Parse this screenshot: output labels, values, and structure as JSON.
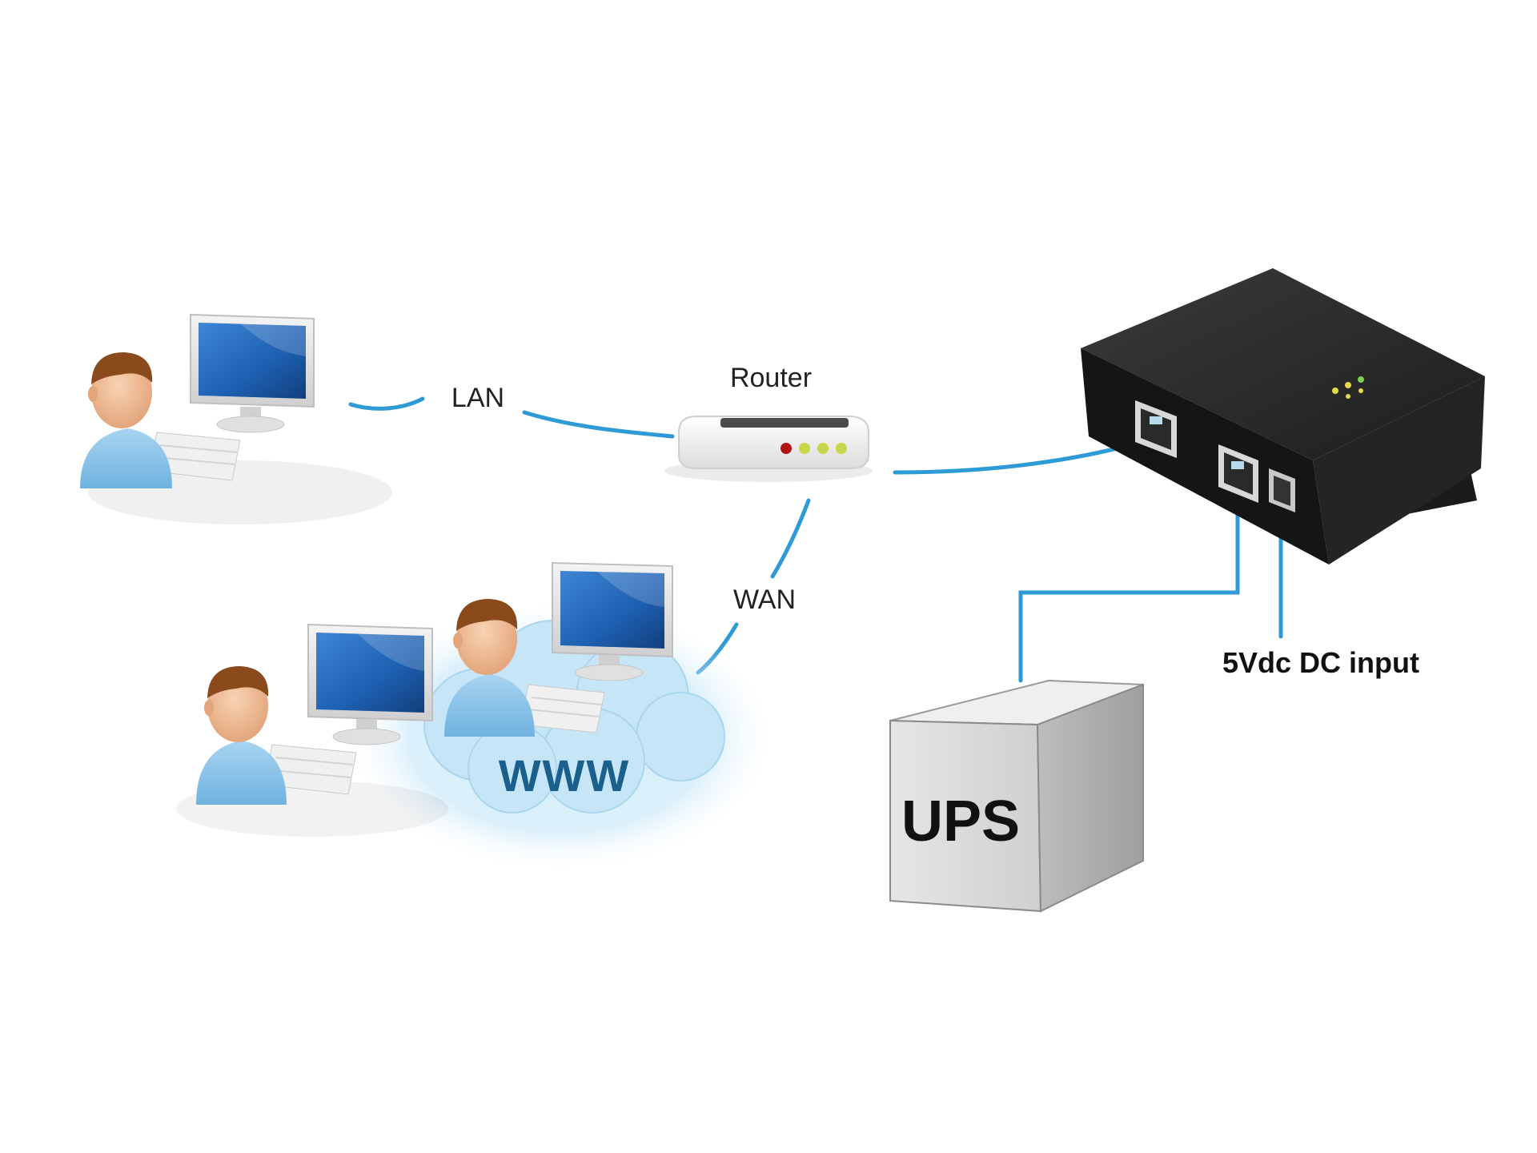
{
  "labels": {
    "lan": "LAN",
    "router": "Router",
    "wan": "WAN",
    "www": "WWW",
    "dc_input": "5Vdc DC input",
    "ups": "UPS"
  },
  "colors": {
    "cable": "#2f9bd6",
    "monitor_screen": "#1d5fb0",
    "cloud": "#bfe4f6",
    "www_text": "#1b5f8c",
    "device_body": "#2a2a2a",
    "ups_body": "#d8d8d8",
    "skin": "#f2c29d",
    "hair": "#8a4a1c",
    "shirt": "#8ec6ea"
  },
  "icons": {
    "user": "user-icon",
    "computer": "computer-icon",
    "router": "router-icon",
    "cloud": "cloud-icon",
    "snmp_device": "network-card-icon",
    "ups": "ups-icon"
  }
}
